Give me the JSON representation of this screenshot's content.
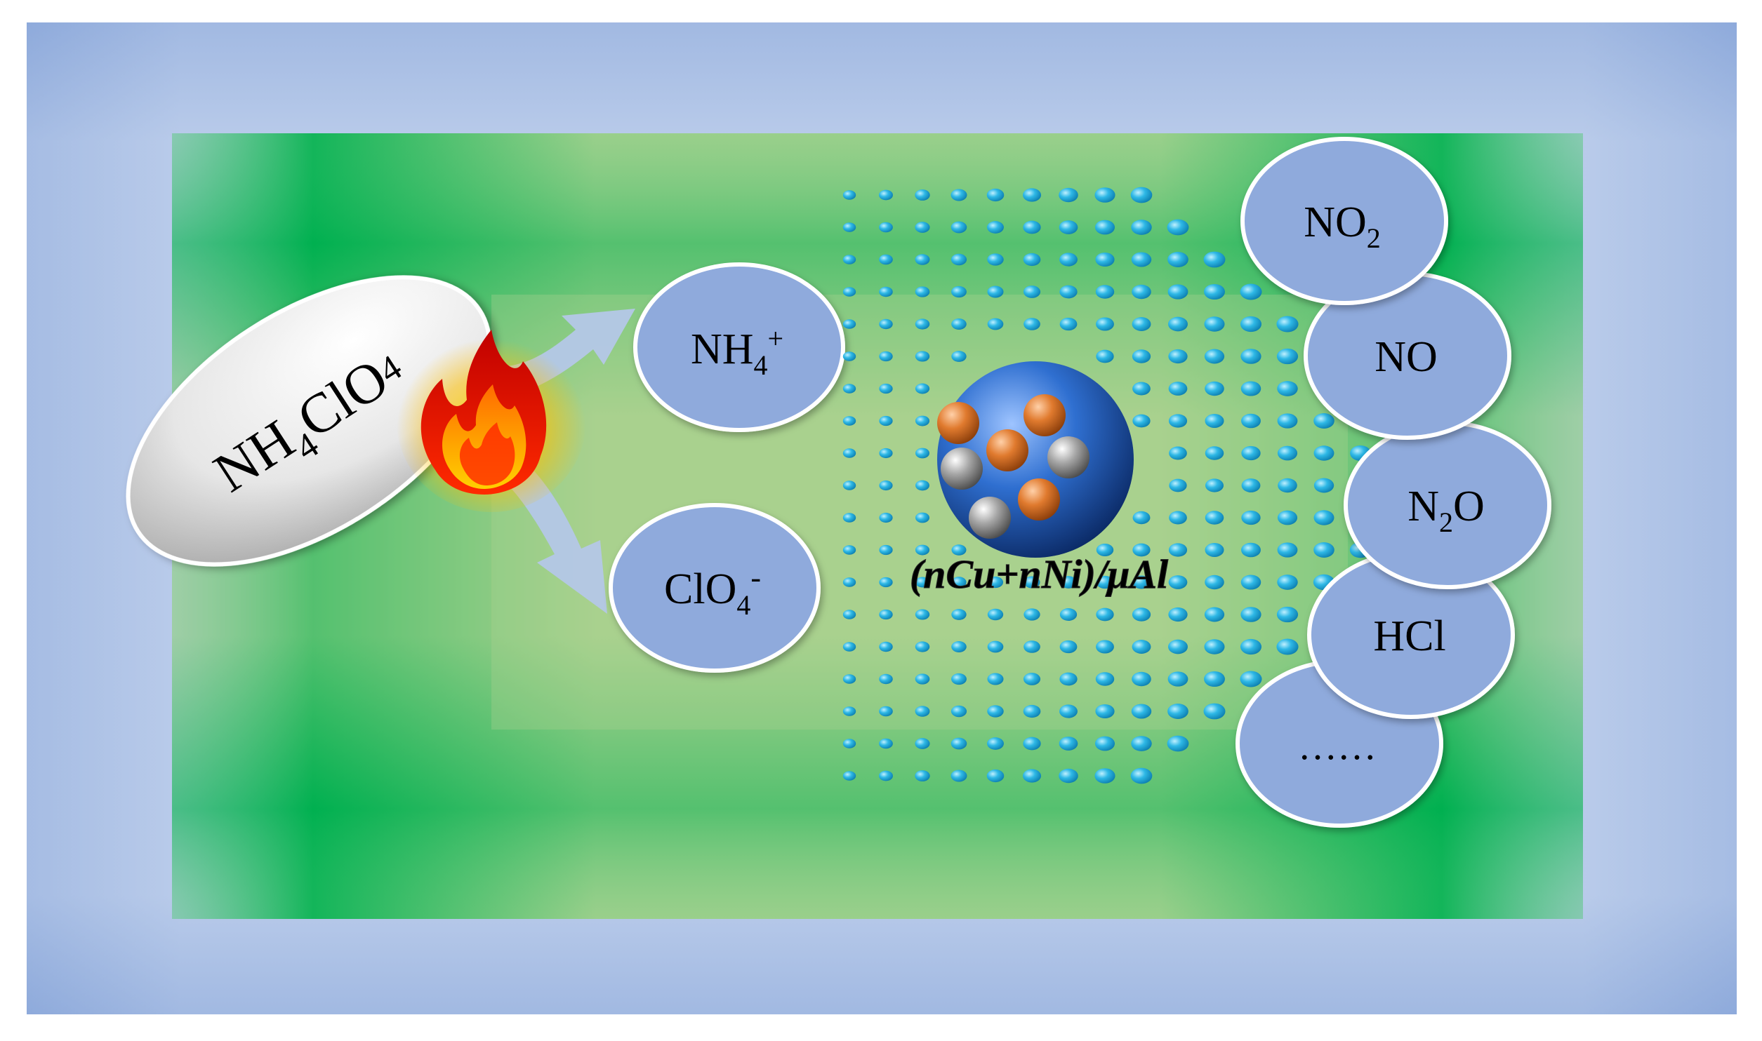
{
  "reactant": {
    "base": "NH",
    "sub": "4",
    "mid": "ClO",
    "sub2": "4"
  },
  "ions": {
    "ammonium": {
      "base": "NH",
      "sub": "4",
      "sup": "+"
    },
    "perchlorate": {
      "base": "ClO",
      "sub": "4",
      "sup": "-"
    }
  },
  "catalyst": {
    "label": "(nCu+nNi)/μAl"
  },
  "products": [
    {
      "id": "no2",
      "base": "NO",
      "sub": "2",
      "tail": ""
    },
    {
      "id": "no",
      "base": "NO",
      "sub": "",
      "tail": ""
    },
    {
      "id": "n2o",
      "base": "N",
      "sub": "2",
      "tail": "O"
    },
    {
      "id": "hcl",
      "base": "HCl",
      "sub": "",
      "tail": ""
    },
    {
      "id": "more",
      "base": "……",
      "sub": "",
      "tail": ""
    }
  ],
  "colors": {
    "frame": "#8eaadb",
    "frame_light": "#b4c7e7",
    "field_green": "#00b050",
    "field_light": "#a9d18e",
    "ellipse_fill": "#8faadc",
    "dot": "#2eb8e6",
    "copper": "#e07a2e",
    "nickel": "#a6a6a6",
    "aluminum": "#2f6fd0"
  },
  "icons": {
    "flame": "flame-icon",
    "arrow": "arrow-icon"
  }
}
